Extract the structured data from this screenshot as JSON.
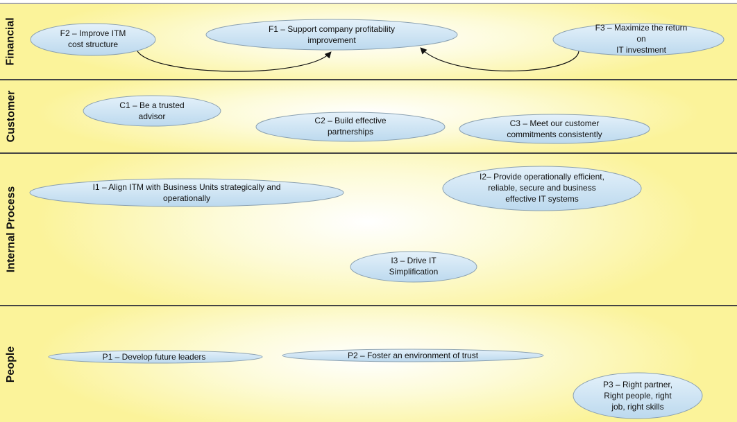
{
  "colors": {
    "lane_bg": "#fbf39a",
    "ellipse_fill": "#cfe6f5",
    "ellipse_stroke": "#8aa0b0"
  },
  "lanes": [
    {
      "label": "Financial"
    },
    {
      "label": "Customer"
    },
    {
      "label": "Internal Process"
    },
    {
      "label": "People"
    }
  ],
  "objectives": {
    "f1": "F1 – Support company profitability\nimprovement",
    "f2": "F2 – Improve ITM\ncost structure",
    "f3": "F3 – Maximize the return on\nIT  investment",
    "c1": "C1 – Be a trusted\nadvisor",
    "c2": "C2 –  Build effective\npartnerships",
    "c3": "C3 – Meet our customer\ncommitments consistently",
    "i1": "I1 – Align ITM with Business Units strategically and\noperationally",
    "i2": "I2– Provide operationally efficient,\nreliable, secure and business\neffective IT systems",
    "i3": "I3 – Drive IT\nSimplification",
    "p1": "P1 – Develop future leaders",
    "p2": "P2 –  Foster an environment of trust",
    "p3": "P3 – Right partner,\nRight people,  right\njob, right skills"
  },
  "links": [
    {
      "from": "F2",
      "to": "F1"
    },
    {
      "from": "F3",
      "to": "F1"
    }
  ]
}
